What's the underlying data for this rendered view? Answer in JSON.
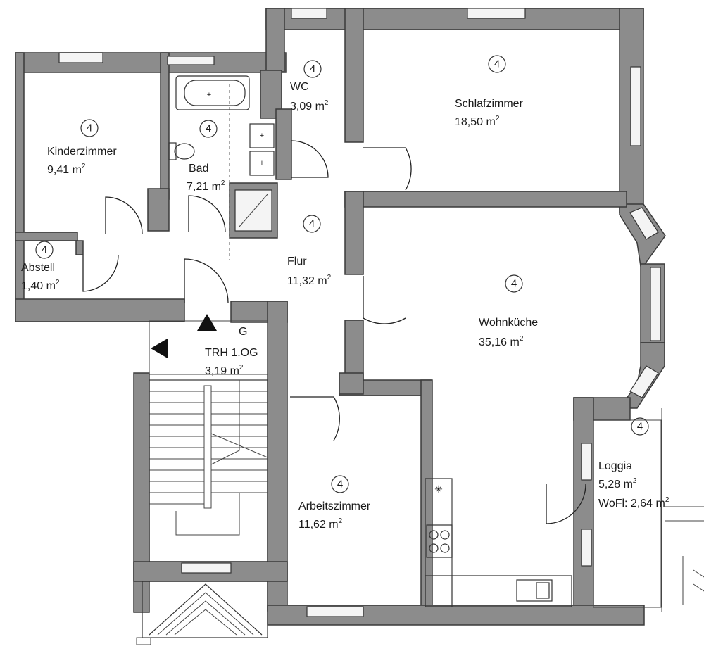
{
  "rooms": [
    {
      "id": "kinderzimmer",
      "name": "Kinderzimmer",
      "area": "9,41 m",
      "badge": "4"
    },
    {
      "id": "bad",
      "name": "Bad",
      "area": "7,21 m",
      "badge": "4"
    },
    {
      "id": "wc",
      "name": "WC",
      "area": "3,09 m",
      "badge": "4"
    },
    {
      "id": "schlafzimmer",
      "name": "Schlafzimmer",
      "area": "18,50 m",
      "badge": "4"
    },
    {
      "id": "abstell",
      "name": "Abstell",
      "area": "1,40 m",
      "badge": "4"
    },
    {
      "id": "flur",
      "name": "Flur",
      "area": "11,32 m",
      "badge": "4"
    },
    {
      "id": "wohnkueche",
      "name": "Wohnküche",
      "area": "35,16 m",
      "badge": "4"
    },
    {
      "id": "trh",
      "name": "TRH 1.OG",
      "area": "3,19 m",
      "badge": "G"
    },
    {
      "id": "arbeitszimmer",
      "name": "Arbeitszimmer",
      "area": "11,62 m",
      "badge": "4"
    },
    {
      "id": "loggia",
      "name": "Loggia",
      "area": "5,28 m",
      "badge": "4",
      "extra": "WoFl: 2,64 m"
    }
  ],
  "unit_superscript": "2",
  "colors": {
    "wall": "#8c8c8c",
    "line": "#222222",
    "background": "#ffffff"
  }
}
